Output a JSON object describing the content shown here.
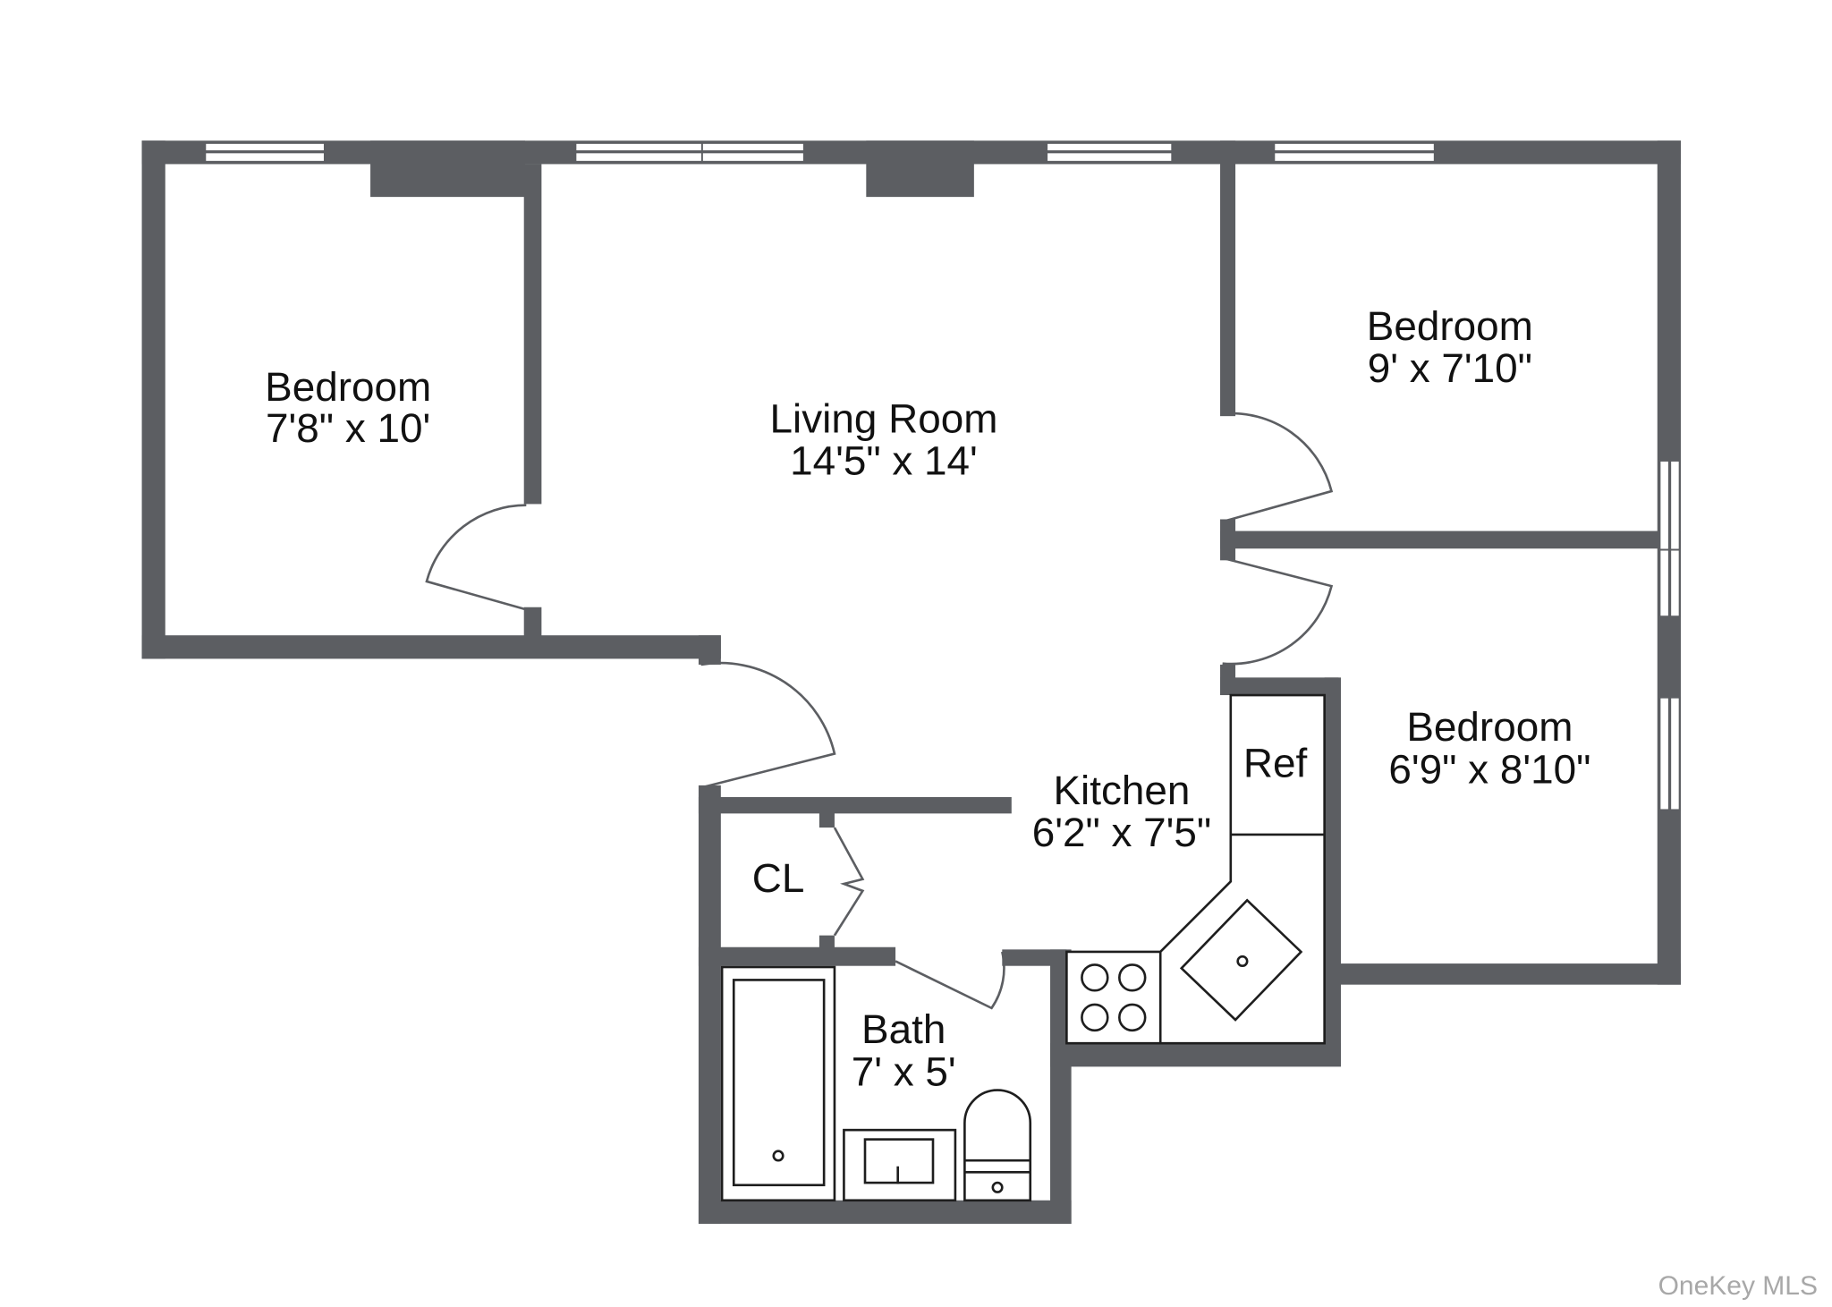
{
  "floorplan": {
    "rooms": [
      {
        "name": "Bedroom",
        "dims": "7'8\" x 10'"
      },
      {
        "name": "Living Room",
        "dims": "14'5\" x 14'"
      },
      {
        "name": "Bedroom",
        "dims": "9' x 7'10\""
      },
      {
        "name": "Bedroom",
        "dims": "6'9\" x 8'10\""
      },
      {
        "name": "Kitchen",
        "dims": "6'2\" x 7'5\""
      },
      {
        "name": "Bath",
        "dims": "7' x 5'"
      },
      {
        "name": "CL",
        "dims": ""
      }
    ],
    "fixtures": {
      "refrigerator": "Ref"
    },
    "colors": {
      "wall": "#5c5e62",
      "background": "#ffffff",
      "text": "#111111"
    }
  },
  "watermark": "OneKey MLS"
}
